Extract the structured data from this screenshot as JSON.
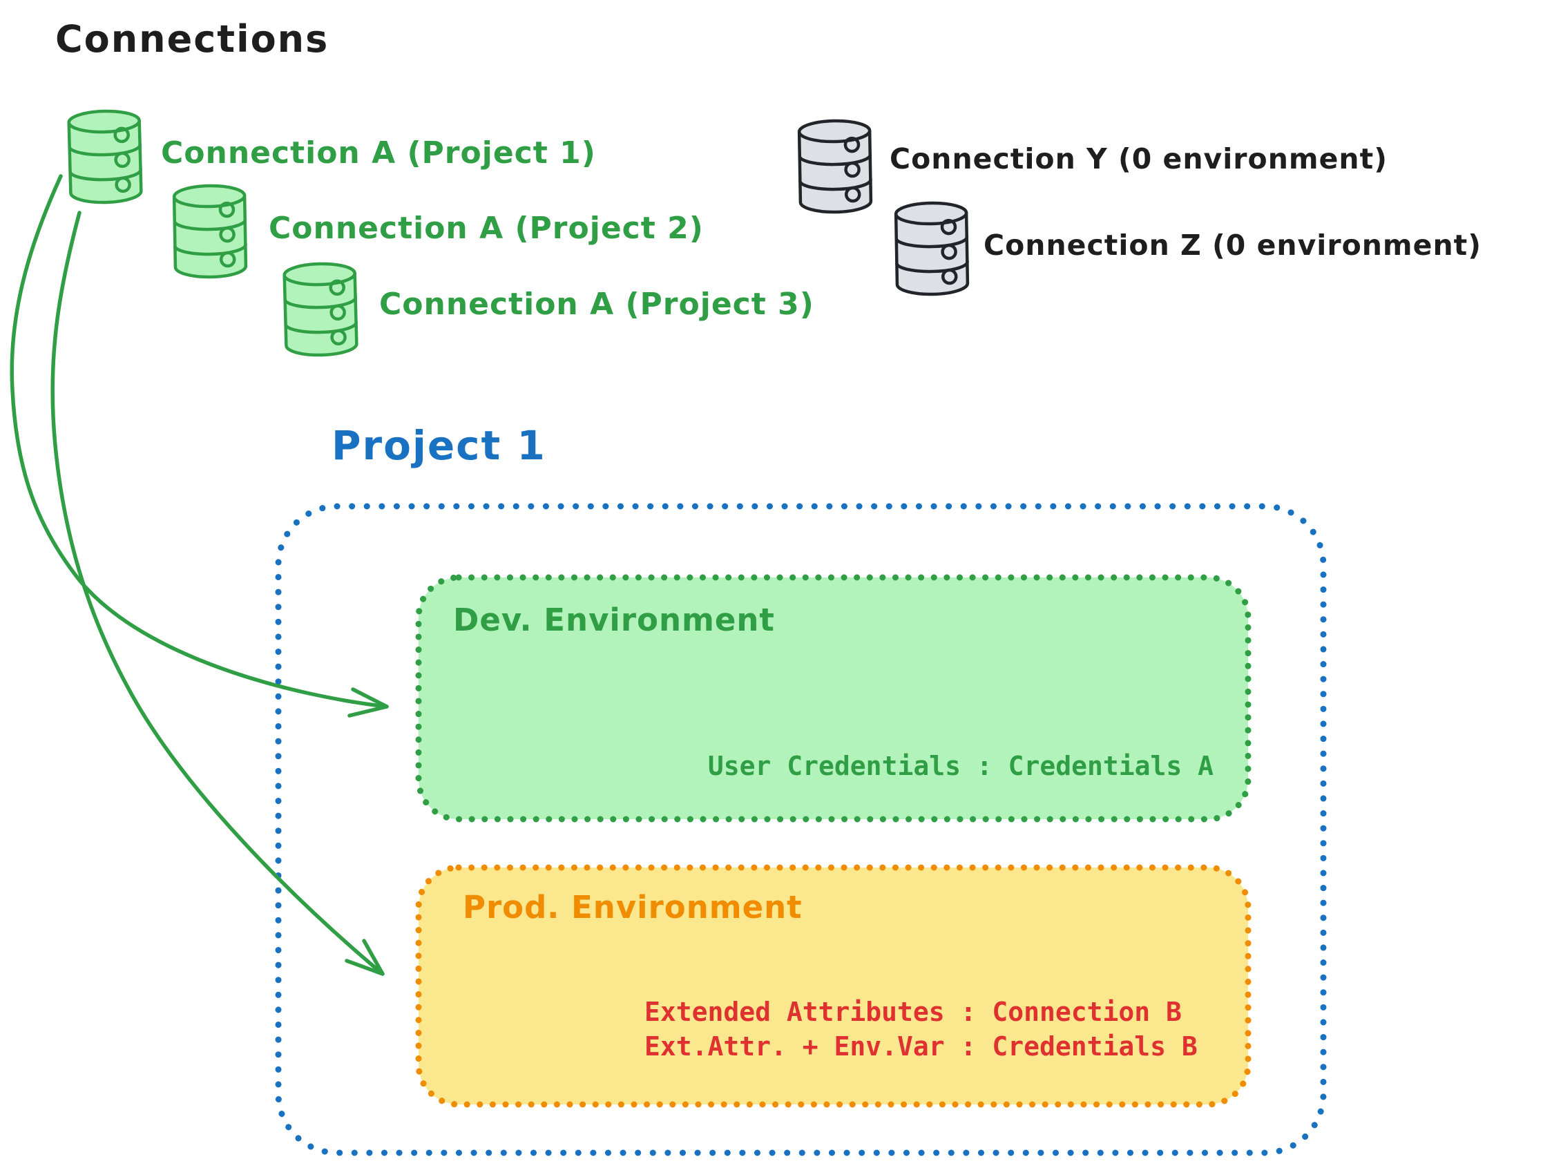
{
  "title": "Connections",
  "connections": {
    "assigned": [
      {
        "label": "Connection A (Project 1)"
      },
      {
        "label": "Connection A (Project 2)"
      },
      {
        "label": "Connection A (Project 3)"
      }
    ],
    "unassigned": [
      {
        "label": "Connection Y (0 environment)"
      },
      {
        "label": "Connection Z (0 environment)"
      }
    ]
  },
  "project": {
    "title": "Project 1",
    "dev_environment": {
      "title": "Dev. Environment",
      "mapping": "User Credentials : Credentials A"
    },
    "prod_environment": {
      "title": "Prod. Environment",
      "mappings": [
        "Extended Attributes : Connection B",
        "Ext.Attr. + Env.Var : Credentials B"
      ]
    }
  },
  "colors": {
    "green": "#2f9e44",
    "green_fill": "#b2f2bb",
    "blue": "#1971c2",
    "orange": "#f08c00",
    "yellow_fill": "#fbe88e",
    "red": "#e03131",
    "ink": "#1e1e1e",
    "gray_fill": "#dde1e6",
    "gray_stroke": "#212529"
  }
}
